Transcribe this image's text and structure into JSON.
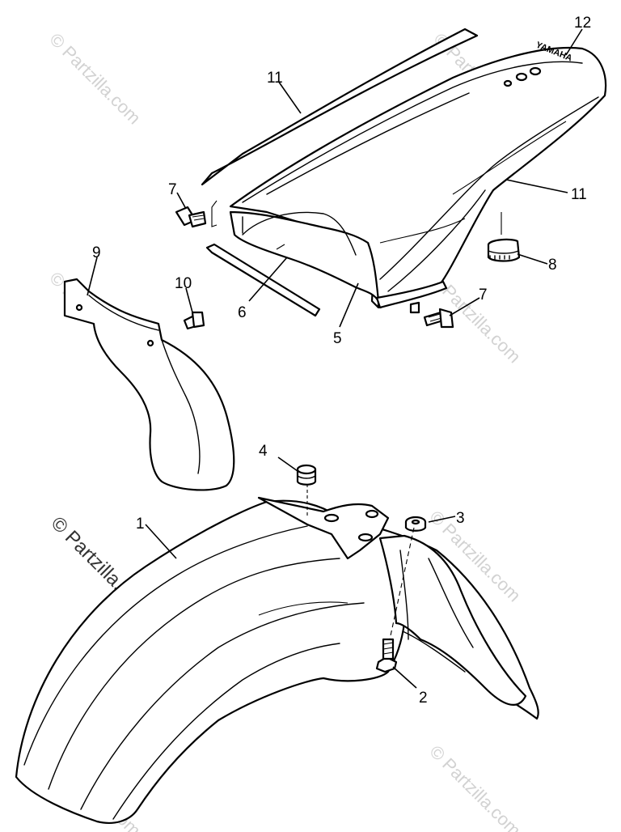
{
  "watermark": {
    "text": "© Partzilla.com",
    "color": "#d2d2d2"
  },
  "fender_label": "YAMAHA",
  "callouts": [
    {
      "id": "c1",
      "label": "1"
    },
    {
      "id": "c2",
      "label": "2"
    },
    {
      "id": "c3",
      "label": "3"
    },
    {
      "id": "c4",
      "label": "4"
    },
    {
      "id": "c5",
      "label": "5"
    },
    {
      "id": "c6",
      "label": "6"
    },
    {
      "id": "c7a",
      "label": "7"
    },
    {
      "id": "c7b",
      "label": "7"
    },
    {
      "id": "c8",
      "label": "8"
    },
    {
      "id": "c9",
      "label": "9"
    },
    {
      "id": "c10",
      "label": "10"
    },
    {
      "id": "c11a",
      "label": "11"
    },
    {
      "id": "c11b",
      "label": "11"
    },
    {
      "id": "c12",
      "label": "12"
    }
  ]
}
